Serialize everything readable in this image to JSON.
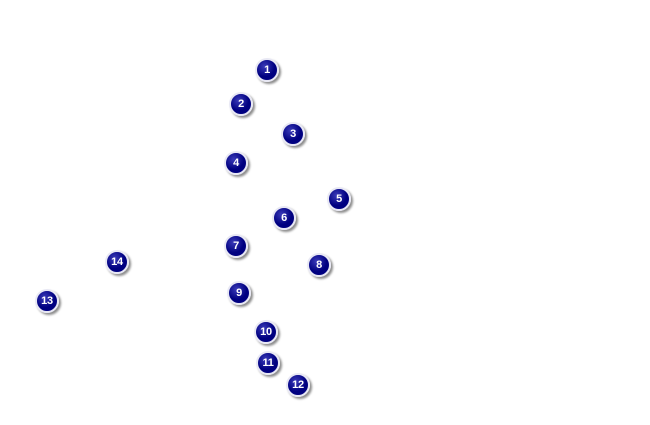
{
  "theme": {
    "background": "#ffffff",
    "marker_fill": "#000080",
    "marker_highlight": "#3a3ab8",
    "marker_border": "#e8e8f4",
    "marker_text": "#ffffff"
  },
  "markers": [
    {
      "label": "1"
    },
    {
      "label": "2"
    },
    {
      "label": "3"
    },
    {
      "label": "4"
    },
    {
      "label": "5"
    },
    {
      "label": "6"
    },
    {
      "label": "7"
    },
    {
      "label": "8"
    },
    {
      "label": "9"
    },
    {
      "label": "10"
    },
    {
      "label": "11"
    },
    {
      "label": "12"
    },
    {
      "label": "13"
    },
    {
      "label": "14"
    }
  ]
}
